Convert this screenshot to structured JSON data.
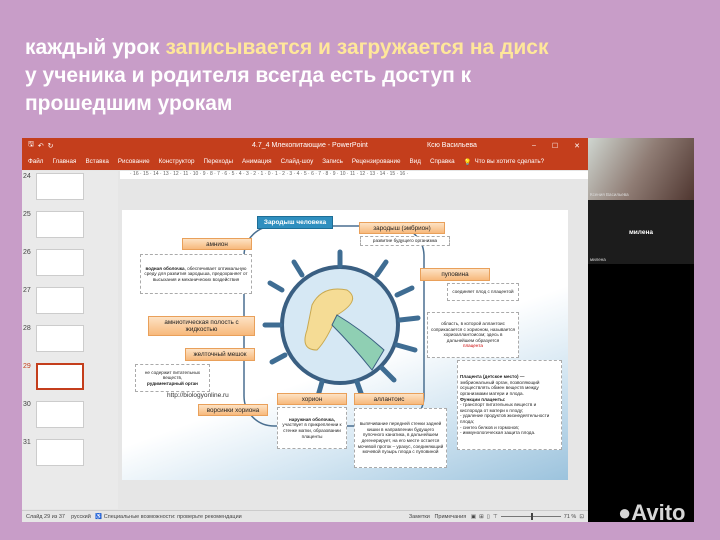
{
  "headline": {
    "part1": "каждый урок ",
    "highlight": "записывается и загружается на диск",
    "line2": "у ученика и родителя всегда есть доступ к",
    "line3": "прошедшим урокам"
  },
  "accent": "#c43e1c",
  "window": {
    "title": "4.7_4 Млекопитающие - PowerPoint",
    "user": "Ксю Васильева",
    "avatar": "КВ",
    "controls": [
      "–",
      "☐",
      "✕"
    ]
  },
  "ribbon": {
    "tabs": [
      "Файл",
      "Главная",
      "Вставка",
      "Рисование",
      "Конструктор",
      "Переходы",
      "Анимация",
      "Слайд-шоу",
      "Запись",
      "Рецензирование",
      "Вид",
      "Справка"
    ],
    "search": "Что вы хотите сделать?"
  },
  "ruler": "· 16 · 15 · 14 · 13 · 12 · 11 · 10 · 9 · 8 · 7 · 6 · 5 · 4 · 3 · 2 · 1 · 0 · 1 · 2 · 3 · 4 · 5 · 6 · 7 · 8 · 9 · 10 · 11 · 12 · 13 · 14 · 15 · 16 ·",
  "thumbnails": [
    "24",
    "25",
    "26",
    "27",
    "28",
    "29",
    "30",
    "31"
  ],
  "selected_slide": "29",
  "slide": {
    "title": "Зародыш человека",
    "embryo": "зародыш (эмбрион)",
    "embryo_note": "развитие будущего организма",
    "amnion": "амнион",
    "amnion_note_b": "водная оболочка",
    "amnion_note": ", обеспечивает оптимальную среду для развития зародыша, предохраняет от высыхания и механических воздействия",
    "umbilical": "пуповина",
    "umbilical_note": "соединяет плод с плацентой",
    "cavity": "амниотическая полость с жидкостью",
    "area_note": "область, в которой аллантоис соприкасается с хорионом, называется хориоаллантоисом; здесь в дальнейшем образуется",
    "area_note_red": "плацента",
    "yolk": "желточный мешок",
    "yolk_note": "не содержит питательных веществ,",
    "yolk_note_b": "рудиментарный орган",
    "url": "http://biologyonline.ru",
    "villi": "ворсинки хориона",
    "chorion": "хорион",
    "chorion_note_b": "наружная оболочка,",
    "chorion_note": "участвует в прикреплении к стенке матки, образовании плаценты",
    "allantois": "аллантоис",
    "allantois_note": "выпячивание передней стенки задней кишки в направлении будущего пупочного канатика, в дальнейшем дегенерирует, на его месте остается мочевой проток – урахус, соединяющий мочевой пузырь плода с пуповиной",
    "placenta_b": "Плацента (детское место) —",
    "placenta": "эмбриональный орган, позволяющий осуществлять обмен веществ между организмами матери и плода.",
    "functions_b": "Функции плаценты:",
    "functions": [
      "- транспорт питательных веществ и кислорода от матери к плоду;",
      "- удаление продуктов жизнедеятельности плода;",
      "- синтез белков и гормонов;",
      "- иммунологическая защита плода."
    ]
  },
  "status": {
    "slide": "Слайд 29 из 37",
    "lang": "русский",
    "access": "Специальные возможности: проверьте рекомендации",
    "notes": "Заметки",
    "comments": "Примечания",
    "zoom": "71 %",
    "zoom_percent": 71
  },
  "video": {
    "teacher": "Ксения Васильева",
    "student": "милена",
    "student_caption": "милена"
  },
  "watermark": "Avito"
}
